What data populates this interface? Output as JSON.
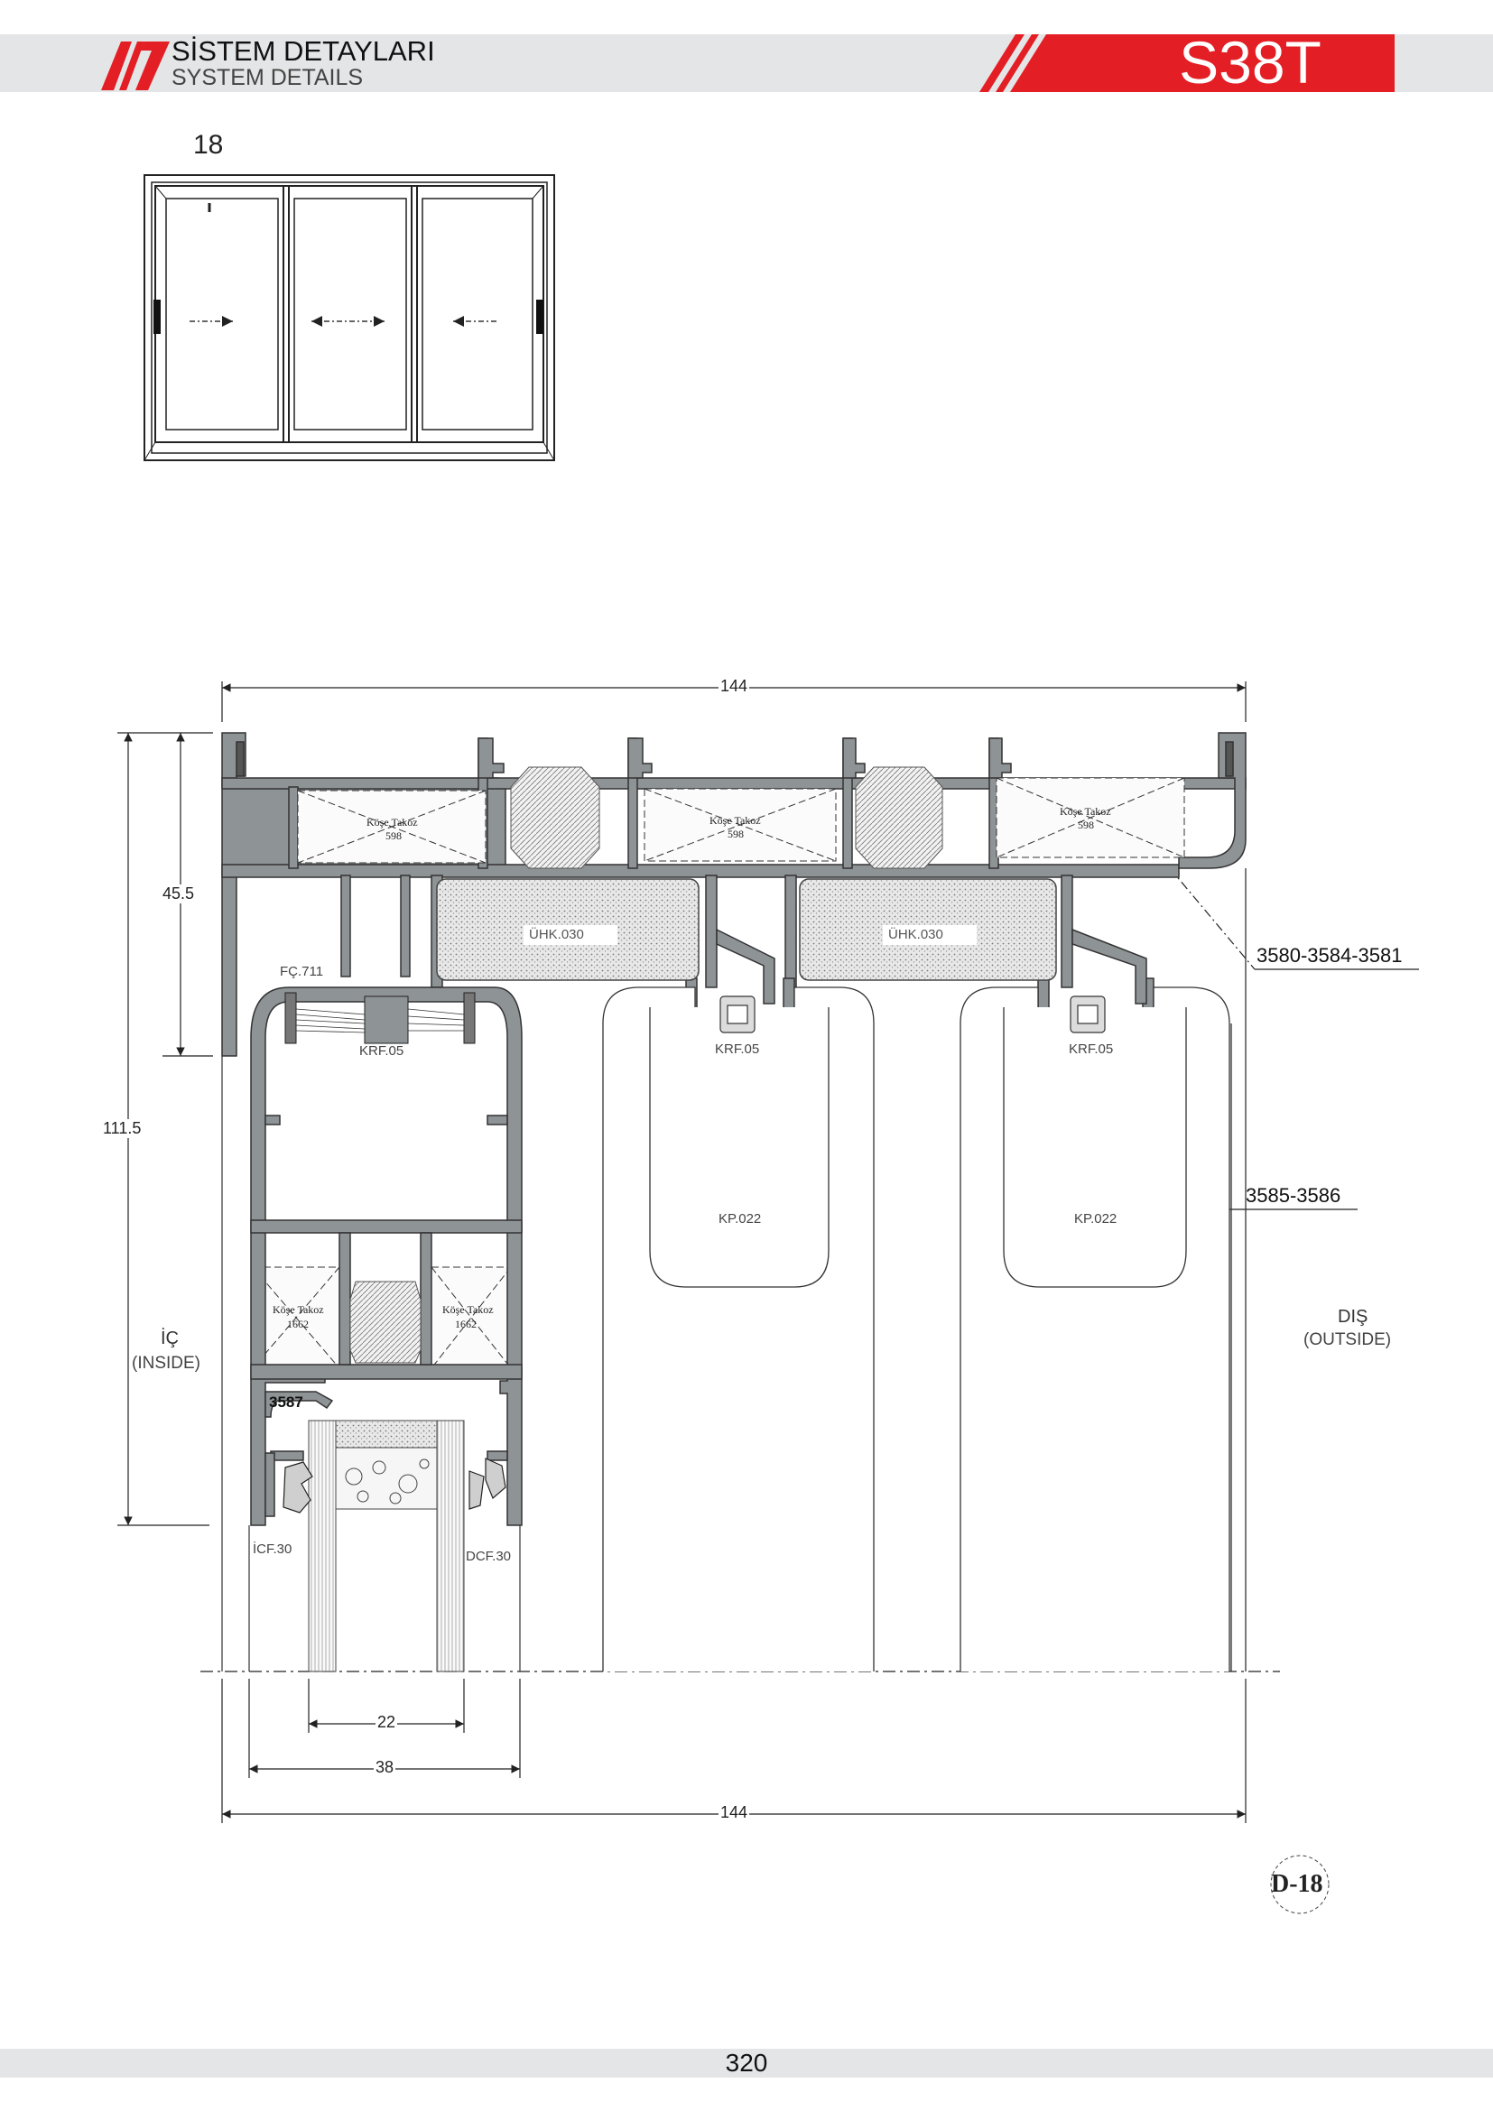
{
  "header": {
    "title_tr": "SİSTEM DETAYLARI",
    "title_en": "SYSTEM DETAILS",
    "system_code": "S38T",
    "brand_color": "#e31e24",
    "band_color": "#e4e5e6"
  },
  "thumbnail": {
    "label": "18"
  },
  "dimensions": {
    "overall_width_top": "144",
    "overall_width_bottom": "144",
    "height_frame": "45.5",
    "height_total": "111.5",
    "glass_22": "22",
    "sash_38": "38"
  },
  "parts": {
    "corner_key_label": "Köşe Takoz",
    "corner_key_598": "598",
    "corner_key_1662": "1662",
    "uhk_1": "ÜHK.030",
    "uhk_2": "ÜHK.030",
    "fc": "FÇ.711",
    "krf_1": "KRF.05",
    "krf_2": "KRF.05",
    "krf_3": "KRF.05",
    "kp_1": "KP.022",
    "kp_2": "KP.022",
    "profile_frame": "3580-3584-3581",
    "profile_sash": "3585-3586",
    "profile_3587": "3587",
    "icf": "İCF.30",
    "dcf": "DCF.30"
  },
  "sides": {
    "inside_tr": "İÇ",
    "inside_en": "(INSIDE)",
    "outside_tr": "DIŞ",
    "outside_en": "(OUTSIDE)"
  },
  "detail_tag": "D-18",
  "footer": {
    "page_number": "320"
  }
}
